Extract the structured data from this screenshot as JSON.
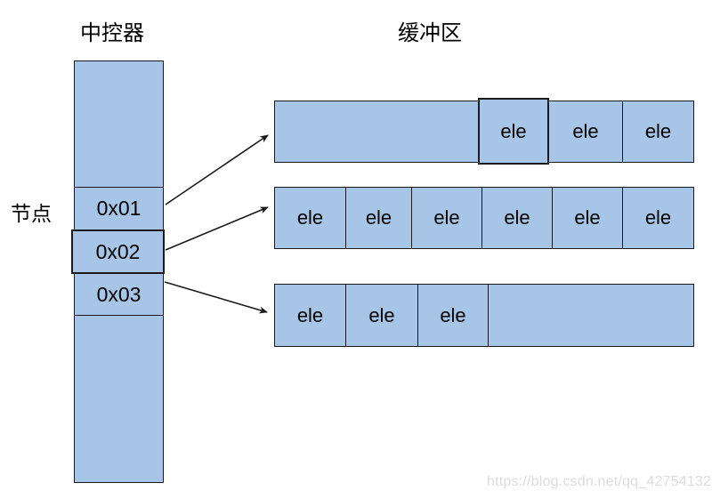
{
  "labels": {
    "controller_title": "中控器",
    "buffer_title": "缓冲区",
    "node_label": "节点",
    "watermark": "https://blog.csdn.net/qq_42754132"
  },
  "controller": {
    "nodes": [
      "0x01",
      "0x02",
      "0x03"
    ],
    "highlighted_node": "0x02"
  },
  "buffers": [
    {
      "name": "buffer-1",
      "cells": [
        "",
        "ele",
        "ele",
        "ele"
      ],
      "highlighted_cell_index": 1,
      "note": "left portion empty, highlighted thick-border cell then two cells"
    },
    {
      "name": "buffer-2",
      "cells": [
        "ele",
        "ele",
        "ele",
        "ele",
        "ele",
        "ele"
      ]
    },
    {
      "name": "buffer-3",
      "cells": [
        "ele",
        "ele",
        "ele",
        ""
      ],
      "note": "right portion empty"
    }
  ],
  "arrows": [
    {
      "from": "0x01",
      "to": "buffer-1"
    },
    {
      "from": "0x02",
      "to": "buffer-2"
    },
    {
      "from": "0x03",
      "to": "buffer-3"
    }
  ],
  "colors": {
    "cell_fill": "#a7c6e7",
    "border": "#1a1a1a",
    "watermark": "#dcdcdc",
    "text": "#000000"
  }
}
